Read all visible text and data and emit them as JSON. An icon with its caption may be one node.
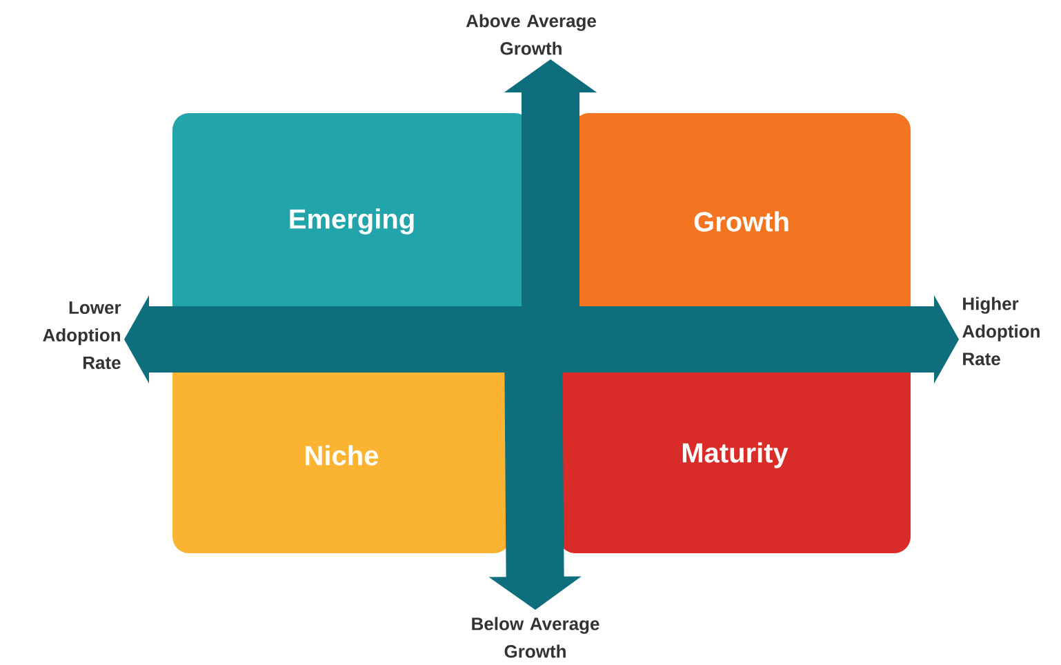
{
  "diagram": {
    "nodes": [
      {
        "text": [
          "Above Average Growth"
        ]
      },
      {
        "text": [
          "Emerging"
        ]
      },
      {
        "text": [
          "Growth"
        ]
      },
      {
        "text": [
          "Lower Adoption Rate"
        ]
      },
      {
        "text": [
          "Higher Adoption Rate"
        ]
      },
      {
        "text": [
          "Niche"
        ]
      },
      {
        "text": [
          "Maturity"
        ]
      },
      {
        "text": [
          "Below Average Growth"
        ]
      }
    ],
    "edges": [
      {
        "from": 7,
        "to": 0,
        "arrow": "both"
      },
      {
        "from": 3,
        "to": 4,
        "arrow": "both"
      }
    ]
  }
}
